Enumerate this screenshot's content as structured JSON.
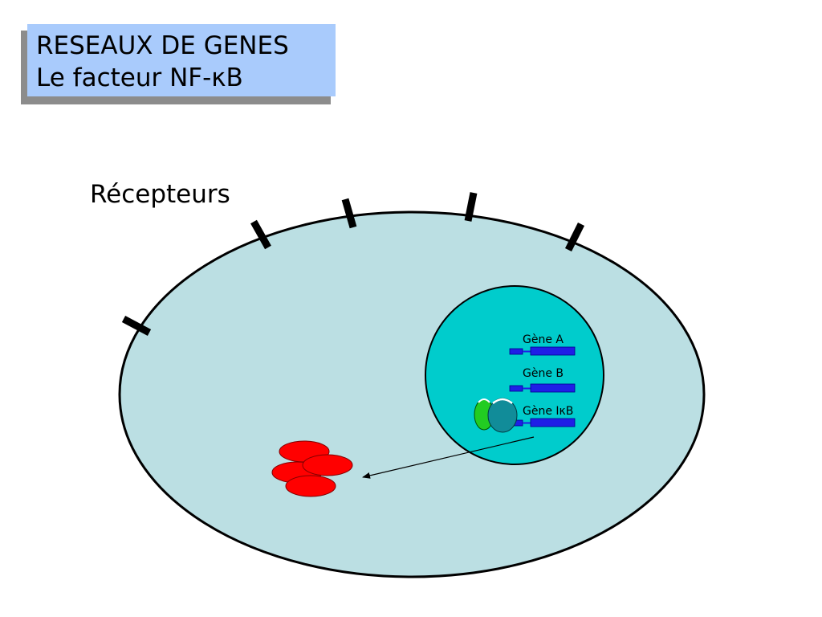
{
  "title": {
    "line1": "RESEAUX DE GENES",
    "line2": "Le facteur NF-κB"
  },
  "receptors_label": "Récepteurs",
  "genes": [
    {
      "label": "Gène A"
    },
    {
      "label": "Gène B"
    },
    {
      "label": "Gène IκB"
    }
  ],
  "colors": {
    "title_box": "#a9cbfc",
    "cell_fill": "#bbdfe3",
    "nucleus_fill": "#00cccc",
    "gene_blue": "#1f1fe6",
    "protein_green": "#22cc22",
    "protein_teal": "#118c99",
    "ikb_red": "#ff0000"
  },
  "icons": {
    "receptor": "receptor-icon",
    "nfkb_complex": "nfkb-protein-icon",
    "ikb_proteins": "ikb-protein-icon",
    "arrow": "arrow-icon"
  }
}
